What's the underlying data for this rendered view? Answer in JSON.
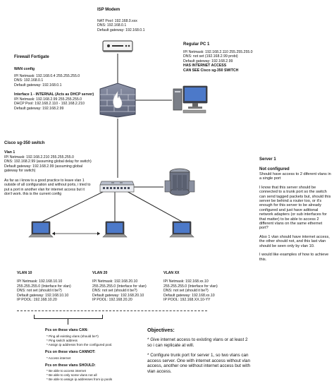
{
  "isp": {
    "title": "ISP Modem",
    "lines": [
      "NAT Pool: 192.168.0.xxx",
      "DNS: 192.168.0.1",
      "Default gateway: 192.168.0.1"
    ]
  },
  "firewall": {
    "title": "Firewall Fortigate",
    "wan_title": "WAN config",
    "wan_lines": [
      "IP/ Netmask: 192.168.0.4 255.255.255.0",
      "DNS: 192.168.0.1",
      "Default gateway: 192.168.0.1"
    ],
    "if1_title": "Interface 1 - INTERNAL (Acts as DHCP server)",
    "if1_lines": [
      "IP/ Netmask: 192.168.2.99 255.255.255.0",
      "DHCP Pool: 192.168.2.110 - 192.168.2.210",
      "Default gateway: 192.168.2.99"
    ]
  },
  "pc": {
    "title": "Regular PC 1",
    "lines": [
      "IP/ Netmask: 192.168.2.110 255.255.255.0",
      "DNS: not set (192.168.2.99 probi)",
      "Default gateway: 192.168.2.99",
      "HAS INTERNET ACCESS",
      "CAN SEE Cisco sg-350 SWITCH"
    ]
  },
  "switch": {
    "title": "Cisco sg-350 switch",
    "vlan_title": "Vlan 1",
    "vlan_lines": [
      "IP/ Netmask: 192.168.2.210 255.255.255.0",
      "DNS: 192.168.2.99 (assuming global delay for switch)",
      "Default gateway: 192.168.2.99 (assuming global gateway for switch)"
    ],
    "note": "As far as i know is a good practice to leave vlan 1 outside of all configuration and without ports, i tried to put a port in another vlan for internet access but it don't work. this is the current config"
  },
  "server": {
    "title": "Server 1",
    "status": "Not configured",
    "para1": "Should have access to 2 diferent vlans in a single port",
    "para2": "I know that this server should be connected to a trunk port so the switch can send tagged packets but, should this server be behind a router too, or it's enough for this server to be already configured and just have aditional network adapters (or sub interfaces for that matter) to be able to access 2 different vlans on the same ethernet port?",
    "para3": "Also 1 vlan should have internet access, the other should not, and this last vlan should be seen only by vlan 10.",
    "para4": "I would like examples of how to achieve this."
  },
  "vlans": [
    {
      "title": "VLAN 10",
      "lines": [
        "IP/ Netmask: 192.168.10.10",
        "255.255.255.0 (Interface for vlan)",
        "DNS: not set (should it be?)",
        "Default gateway: 192.168.10.10",
        "IP POOL: 192.168.10.20"
      ]
    },
    {
      "title": "VLAN 20",
      "lines": [
        "IP/ Netmask: 192.168.20.10",
        "255.255.255.0 (Interface for vlan)",
        "DNS: not set (should it be?)",
        "Default gateway: 192.168.20.10",
        "IP POOL: 192.168.20.20"
      ]
    },
    {
      "title": "VLAN XX",
      "lines": [
        "IP/ Netmask: 192.168.xx.10",
        "255.255.255.0 (Interface for vlan)",
        "DNS: not set (should it be?)",
        "Default gateway: 192.168.xx.10",
        "IP POOL: 192.168.XX.10-YY"
      ]
    }
  ],
  "capabilities": {
    "can_title": "Pcs on these vlans CAN:",
    "can_items": [
      "* Ping all existing vlans (should be?)",
      "* Ping switch address",
      "* Assign ip addresss from the configured pool."
    ],
    "cannot_title": "Pcs on these vlans CANNOT:",
    "cannot_items": [
      "* Access internet"
    ],
    "should_title": "Pcs on these vlans SHOULD:",
    "should_items": [
      "* Be able to access internet",
      "* Be able to only some vlans not all",
      "* Be able to assign ip addresses from ip pools"
    ]
  },
  "objectives": {
    "title": "Objectives:",
    "p1": "* Give internet access to existing vlans or at least 2 so i can replicate at will.",
    "p2": "* Configure trunk port for server 1, so two vlans can access server. One with internet access without vlan access, another one without internet access but with vlan access."
  }
}
